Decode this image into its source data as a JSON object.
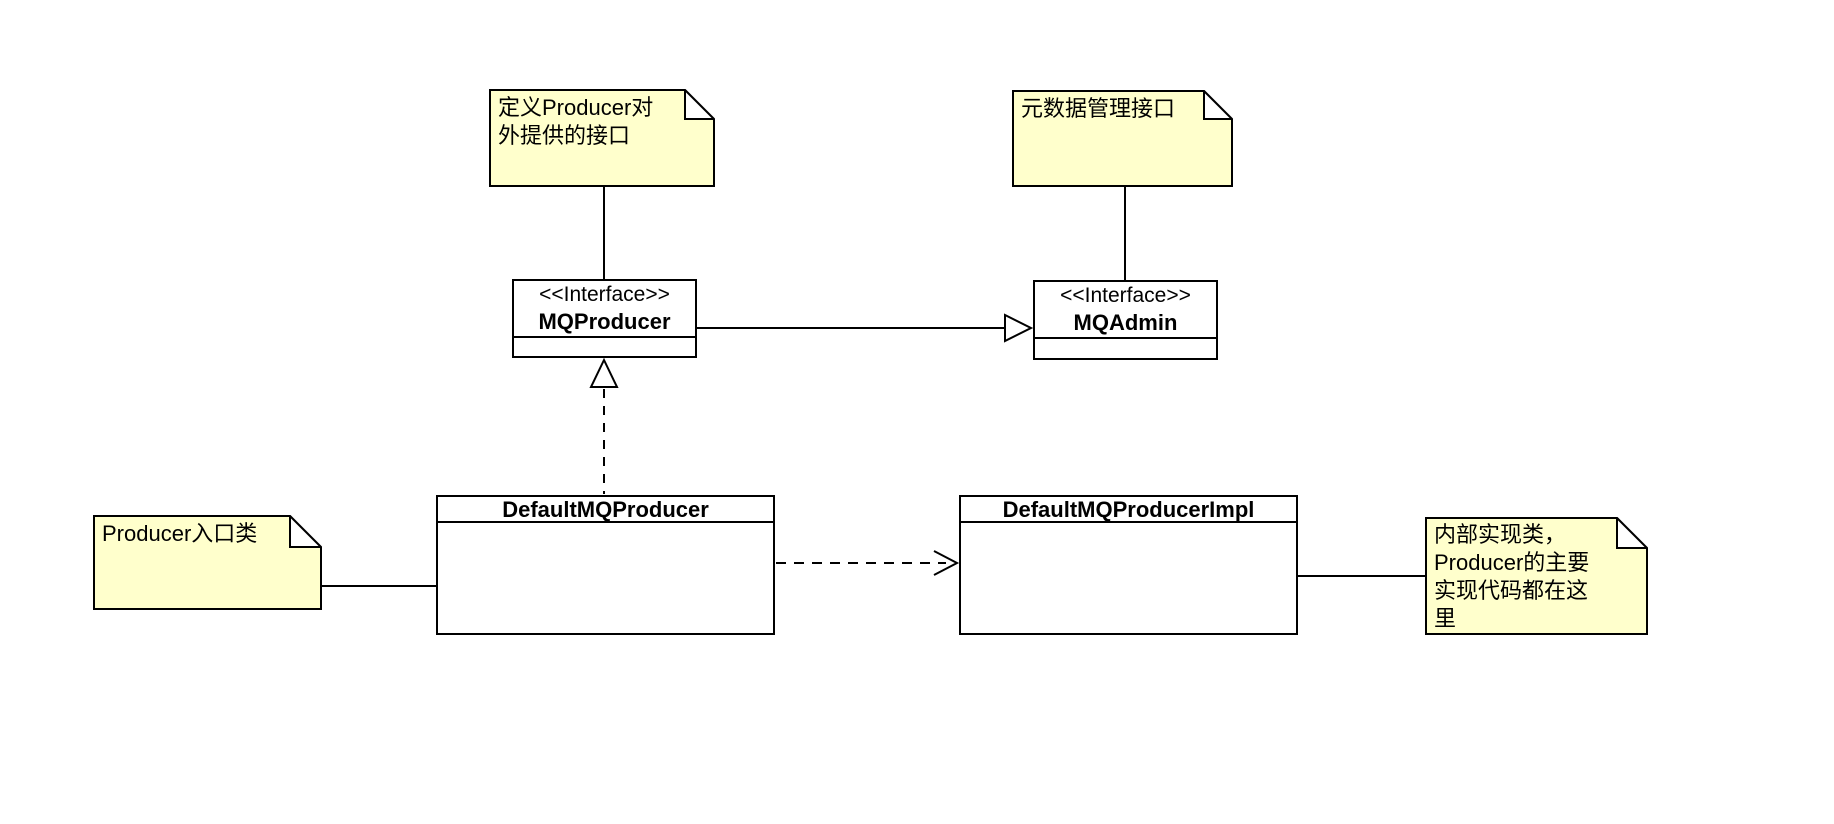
{
  "colors": {
    "background": "#FFFFFF",
    "note_fill": "#FFFFCC",
    "stroke": "#000000",
    "box_fill": "#FFFFFF"
  },
  "notes": [
    {
      "id": "mqproducer-note",
      "lines": [
        "定义Producer对",
        "外提供的接口"
      ]
    },
    {
      "id": "mqadmin-note",
      "lines": [
        "元数据管理接口"
      ]
    },
    {
      "id": "producer-entry-note",
      "lines": [
        "Producer入口类"
      ]
    },
    {
      "id": "impl-note",
      "lines": [
        "内部实现类，",
        "Producer的主要",
        "实现代码都在这",
        "里"
      ]
    }
  ],
  "interfaces": [
    {
      "stereotype": "<<Interface>>",
      "name": "MQProducer"
    },
    {
      "stereotype": "<<Interface>>",
      "name": "MQAdmin"
    }
  ],
  "classes": [
    {
      "name": "DefaultMQProducer"
    },
    {
      "name": "DefaultMQProducerImpl"
    }
  ],
  "relationships": [
    {
      "type": "generalization",
      "from": "MQProducer",
      "to": "MQAdmin"
    },
    {
      "type": "realization",
      "from": "DefaultMQProducer",
      "to": "MQProducer"
    },
    {
      "type": "dependency",
      "from": "DefaultMQProducer",
      "to": "DefaultMQProducerImpl"
    },
    {
      "type": "note-anchor",
      "from": "mqproducer-note",
      "to": "MQProducer"
    },
    {
      "type": "note-anchor",
      "from": "mqadmin-note",
      "to": "MQAdmin"
    },
    {
      "type": "note-anchor",
      "from": "producer-entry-note",
      "to": "DefaultMQProducer"
    },
    {
      "type": "note-anchor",
      "from": "impl-note",
      "to": "DefaultMQProducerImpl"
    }
  ]
}
